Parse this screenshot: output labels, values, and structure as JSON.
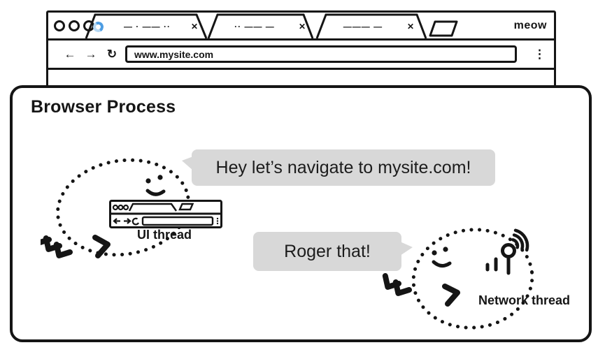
{
  "browser_window": {
    "window_title": "meow",
    "tabs": [
      {
        "scribble": "— · —— ··",
        "close": "✕",
        "loading": true
      },
      {
        "scribble": "·· —— —",
        "close": "✕",
        "loading": false
      },
      {
        "scribble": "——— —",
        "close": "✕",
        "loading": false
      }
    ],
    "address_bar": {
      "back": "←",
      "forward": "→",
      "reload": "↻",
      "url": "www.mysite.com",
      "menu": "⋮"
    }
  },
  "process": {
    "title": "Browser Process",
    "bubble_ui": "Hey let’s navigate to mysite.com!",
    "bubble_network": "Roger that!",
    "ui_thread_label": "UI thread",
    "network_thread_label": "Network thread"
  },
  "colors": {
    "ink": "#151515",
    "bubble_bg": "#d8d8d8",
    "spinner_blue": "#4d9de3",
    "spinner_blue_light": "#b5d8f4"
  }
}
